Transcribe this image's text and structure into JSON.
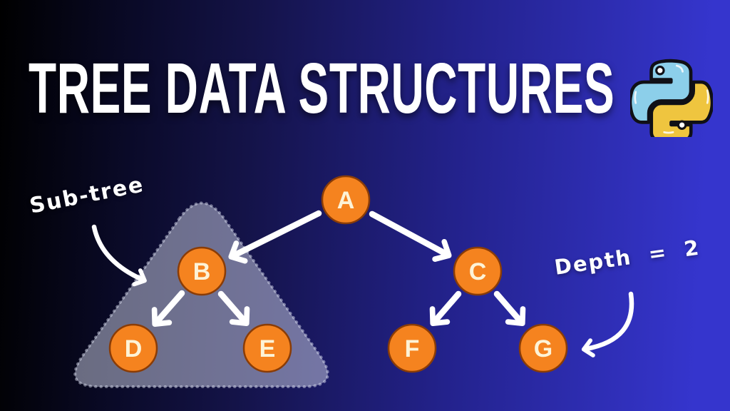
{
  "title": {
    "text": "TREE DATA STRUCTURES"
  },
  "logo": {
    "icon": "python-logo"
  },
  "annotations": {
    "subtree": "Sub-tree",
    "depth": "Depth = 2"
  },
  "tree": {
    "nodes": [
      {
        "id": "A",
        "label": "A"
      },
      {
        "id": "B",
        "label": "B"
      },
      {
        "id": "C",
        "label": "C"
      },
      {
        "id": "D",
        "label": "D"
      },
      {
        "id": "E",
        "label": "E"
      },
      {
        "id": "F",
        "label": "F"
      },
      {
        "id": "G",
        "label": "G"
      }
    ],
    "edges": [
      [
        "A",
        "B"
      ],
      [
        "A",
        "C"
      ],
      [
        "B",
        "D"
      ],
      [
        "B",
        "E"
      ],
      [
        "C",
        "F"
      ],
      [
        "C",
        "G"
      ]
    ],
    "subtree_nodes": [
      "B",
      "D",
      "E"
    ],
    "depth_value": 2
  },
  "colors": {
    "background_left": "#000000",
    "background_right": "#3535cd",
    "node_fill": "#f5831f",
    "node_border": "#8a3c06",
    "node_text": "#fdf3d7",
    "arrow": "#ffffff",
    "subtree_overlay": "rgba(205,210,230,0.5)",
    "python_blue": "#8ccfea",
    "python_yellow": "#efc53f"
  }
}
